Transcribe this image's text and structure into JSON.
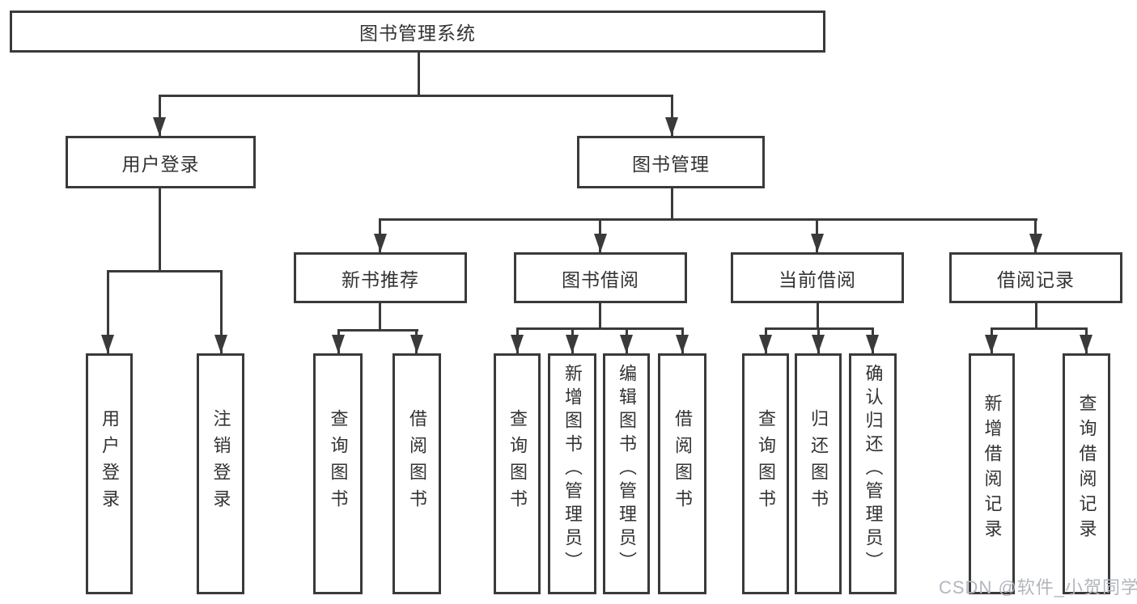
{
  "root": {
    "label": "图书管理系统"
  },
  "branches": {
    "user": {
      "label": "用户登录",
      "children": [
        "用户登录",
        "注销登录"
      ]
    },
    "book": {
      "label": "图书管理",
      "sections": {
        "recommend": {
          "label": "新书推荐",
          "children": [
            "查询图书",
            "借阅图书"
          ]
        },
        "borrow": {
          "label": "图书借阅",
          "children": [
            "查询图书",
            "新增图书（管理员）",
            "编辑图书（管理员）",
            "借阅图书"
          ]
        },
        "current": {
          "label": "当前借阅",
          "children": [
            "查询图书",
            "归还图书",
            "确认归还（管理员）"
          ]
        },
        "records": {
          "label": "借阅记录",
          "children": [
            "新增借阅记录",
            "查询借阅记录"
          ]
        }
      }
    }
  },
  "watermark": "CSDN @软件_小贺同学",
  "colors": {
    "line": "#3a3a3a",
    "text": "#333333",
    "watermark": "#b3b6bf",
    "background": "#ffffff"
  }
}
